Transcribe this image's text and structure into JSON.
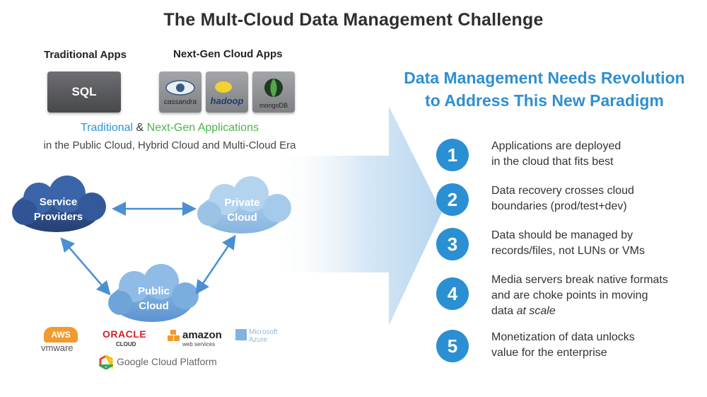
{
  "title": "The Mult-Cloud Data Management Challenge",
  "left": {
    "traditional_header": "Traditional Apps",
    "nextgen_header": "Next-Gen Cloud Apps",
    "sql_label": "SQL",
    "tiles": [
      "cassandra",
      "hadoop",
      "mongoDB"
    ],
    "apps_line_traditional": "Traditional",
    "apps_line_amp": " & ",
    "apps_line_nextgen": "Next-Gen Applications",
    "apps_line2": "in the Public Cloud, Hybrid Cloud and Multi-Cloud Era",
    "clouds": {
      "service_l1": "Service",
      "service_l2": "Providers",
      "private_l1": "Private",
      "private_l2": "Cloud",
      "public_l1": "Public",
      "public_l2": "Cloud"
    },
    "logos": {
      "aws": "AWS",
      "vmware": "vmware",
      "oracle": "ORACLE",
      "oracle_sub": "CLOUD",
      "amazon": "amazon",
      "amazon_sub": "web services",
      "azure_l1": "Microsoft",
      "azure_l2": "Azure",
      "google": "Google Cloud Platform"
    }
  },
  "right": {
    "heading_l1": "Data Management  Needs Revolution",
    "heading_l2": "to Address This New Paradigm",
    "items": [
      {
        "num": "1",
        "l1": "Applications are deployed",
        "l2": "in the cloud that fits best",
        "l3": ""
      },
      {
        "num": "2",
        "l1": "Data recovery crosses cloud",
        "l2": "boundaries (prod/test+dev)",
        "l3": ""
      },
      {
        "num": "3",
        "l1": "Data should be managed by",
        "l2": "records/files, not LUNs or VMs",
        "l3": ""
      },
      {
        "num": "4",
        "l1": "Media servers break native formats",
        "l2": "and are choke points in moving",
        "l3": "data ",
        "l3_em": "at scale"
      },
      {
        "num": "5",
        "l1": "Monetization of data unlocks",
        "l2": "value for the enterprise",
        "l3": ""
      }
    ]
  },
  "colors": {
    "accent_blue": "#2b8fd3",
    "traditional_blue": "#2a95d4",
    "nextgen_green": "#4bb548",
    "dark_cloud": "#2f5597",
    "light_cloud": "#9dc3e6"
  }
}
